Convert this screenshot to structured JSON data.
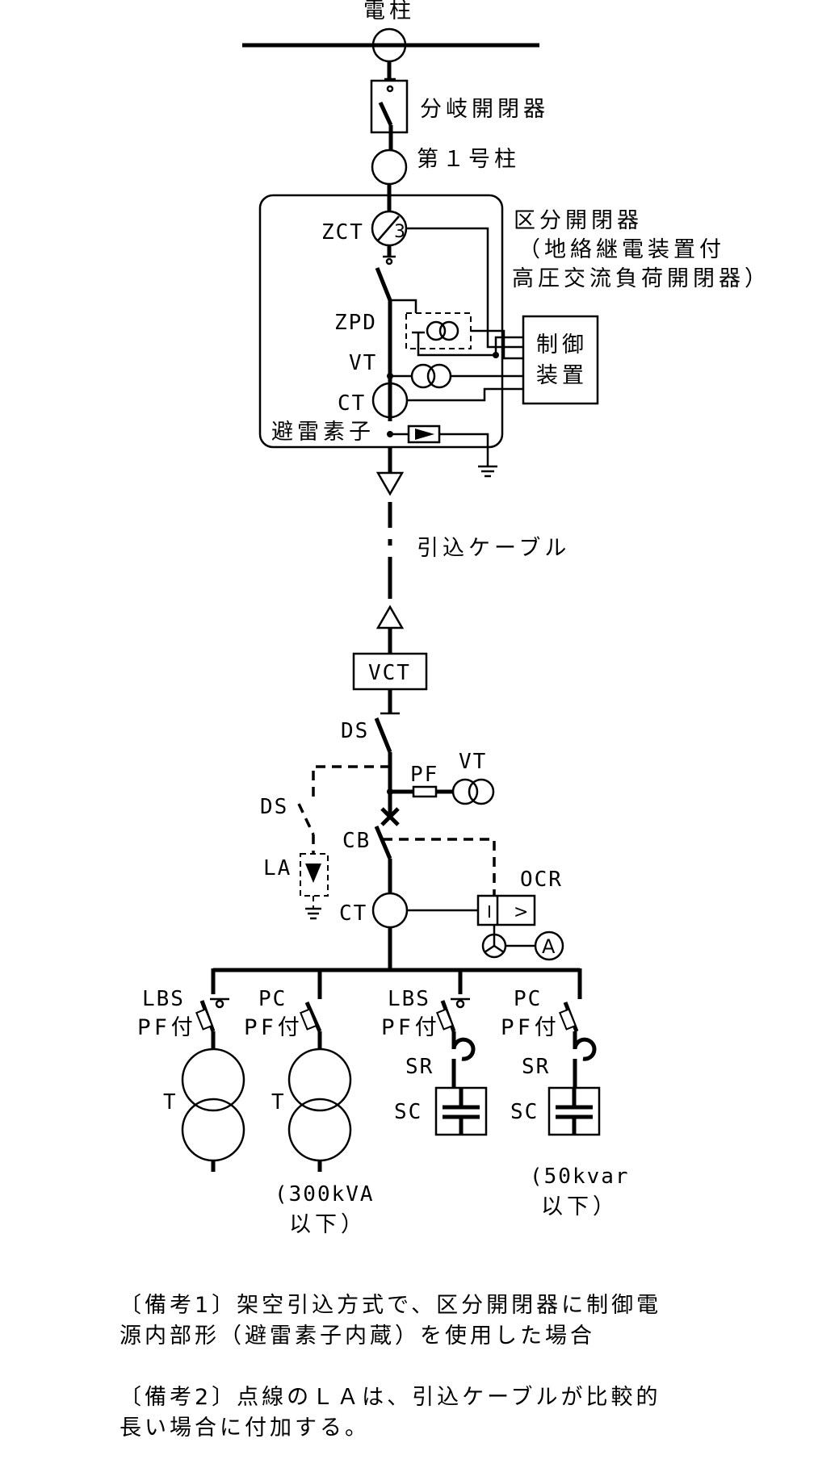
{
  "labels": {
    "pole": "電柱",
    "branch_switch": "分岐開閉器",
    "first_pole": "第１号柱",
    "zct": "ZCT",
    "zct_mark": "3",
    "section_switch": "区分開閉器",
    "section_switch_note1": "（地絡継電装置付",
    "section_switch_note2": "高圧交流負荷開閉器）",
    "zpd": "ZPD",
    "vt": "VT",
    "ct": "CT",
    "arrester_element": "避雷素子",
    "control_1": "制御",
    "control_2": "装置",
    "cable": "引込ケーブル",
    "vct": "VCT",
    "ds": "DS",
    "pf": "PF",
    "vt2": "VT",
    "ds_la": "DS",
    "la": "LA",
    "cb": "CB",
    "ocr": "OCR",
    "ocr_i": "I",
    "ocr_gt": ">",
    "ct2": "CT",
    "ammeter": "A",
    "feeder1_a": "LBS",
    "feeder1_b": "PF付",
    "feeder2_a": "PC",
    "feeder2_b": "PF付",
    "feeder3_a": "LBS",
    "feeder3_b": "PF付",
    "feeder4_a": "PC",
    "feeder4_b": "PF付",
    "t1": "T",
    "t2": "T",
    "sr1": "SR",
    "sr2": "SR",
    "sc1": "SC",
    "sc2": "SC",
    "t_note1": "(300kVA",
    "t_note2": "以下）",
    "sc_note1": "(50kvar",
    "sc_note2": "以下）"
  },
  "remarks": {
    "r1_line1": "〔備考1〕架空引込方式で、区分開閉器に制御電",
    "r1_line2": "源内部形（避雷素子内蔵）を使用した場合",
    "r2_line1": "〔備考2〕点線のＬＡは、引込ケーブルが比較的",
    "r2_line2": "長い場合に付加する。"
  }
}
